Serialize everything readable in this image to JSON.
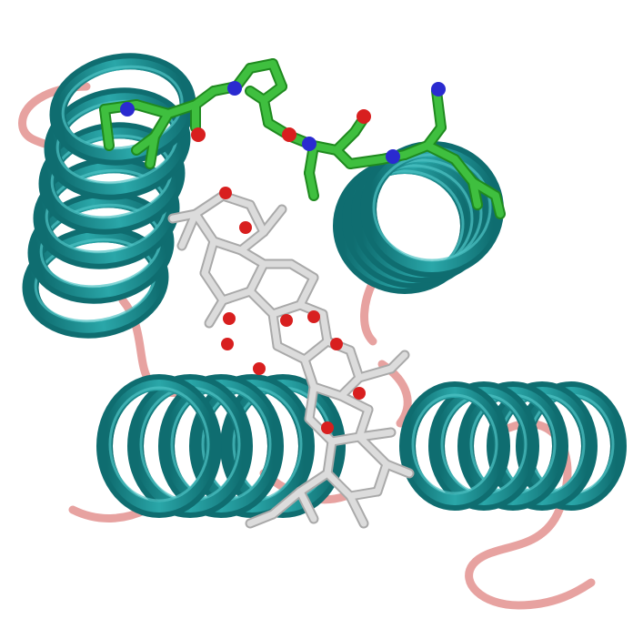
{
  "colors": {
    "background": "#ffffff",
    "helix": "#1f9a9c",
    "helix_dark": "#0f6d70",
    "helix_light": "#4fc3c4",
    "loop": "#e7a2a0",
    "loop_dark": "#c77f7d",
    "peptide_carbon": "#3fbf3f",
    "peptide_carbon_dark": "#1f8a1f",
    "nitrogen": "#2a2ad0",
    "oxygen": "#d81f1f",
    "ligand_carbon": "#dcdcdc",
    "ligand_carbon_dark": "#a9a9a9"
  },
  "structure": {
    "helices": [
      {
        "name": "helix-top-left",
        "turns": 6
      },
      {
        "name": "helix-top-right",
        "turns": 4
      },
      {
        "name": "helix-bottom-left",
        "turns": 5
      },
      {
        "name": "helix-bottom-right",
        "turns": 5
      }
    ],
    "has_peptide_sticks": true,
    "has_ligand_sticks": true
  }
}
